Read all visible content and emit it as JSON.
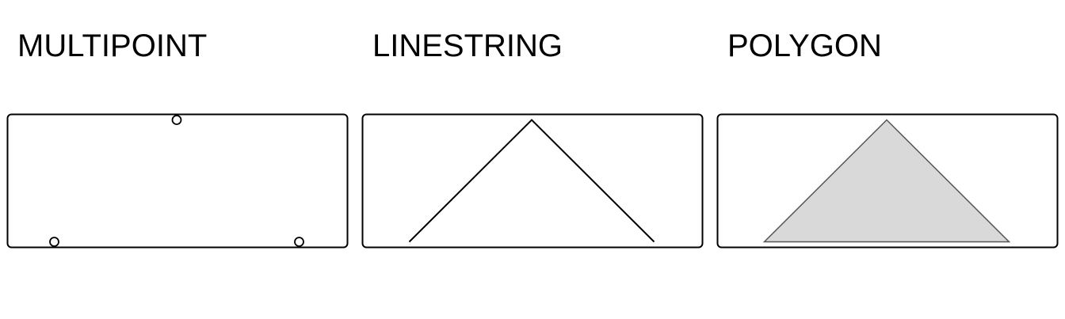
{
  "panels": [
    {
      "title": "MULTIPOINT",
      "geometry_type": "multipoint",
      "points": [
        [
          0.5,
          1
        ],
        [
          0,
          0
        ],
        [
          1,
          0
        ]
      ]
    },
    {
      "title": "LINESTRING",
      "geometry_type": "linestring",
      "points": [
        [
          0,
          0
        ],
        [
          0.5,
          1
        ],
        [
          1,
          0
        ]
      ]
    },
    {
      "title": "POLYGON",
      "geometry_type": "polygon",
      "points": [
        [
          0,
          0
        ],
        [
          0.5,
          1
        ],
        [
          1,
          0
        ],
        [
          0,
          0
        ]
      ]
    }
  ],
  "colors": {
    "frame": "#000000",
    "line": "#000000",
    "polygon_fill": "#d9d9d9",
    "polygon_stroke": "#555555",
    "background": "#ffffff"
  }
}
